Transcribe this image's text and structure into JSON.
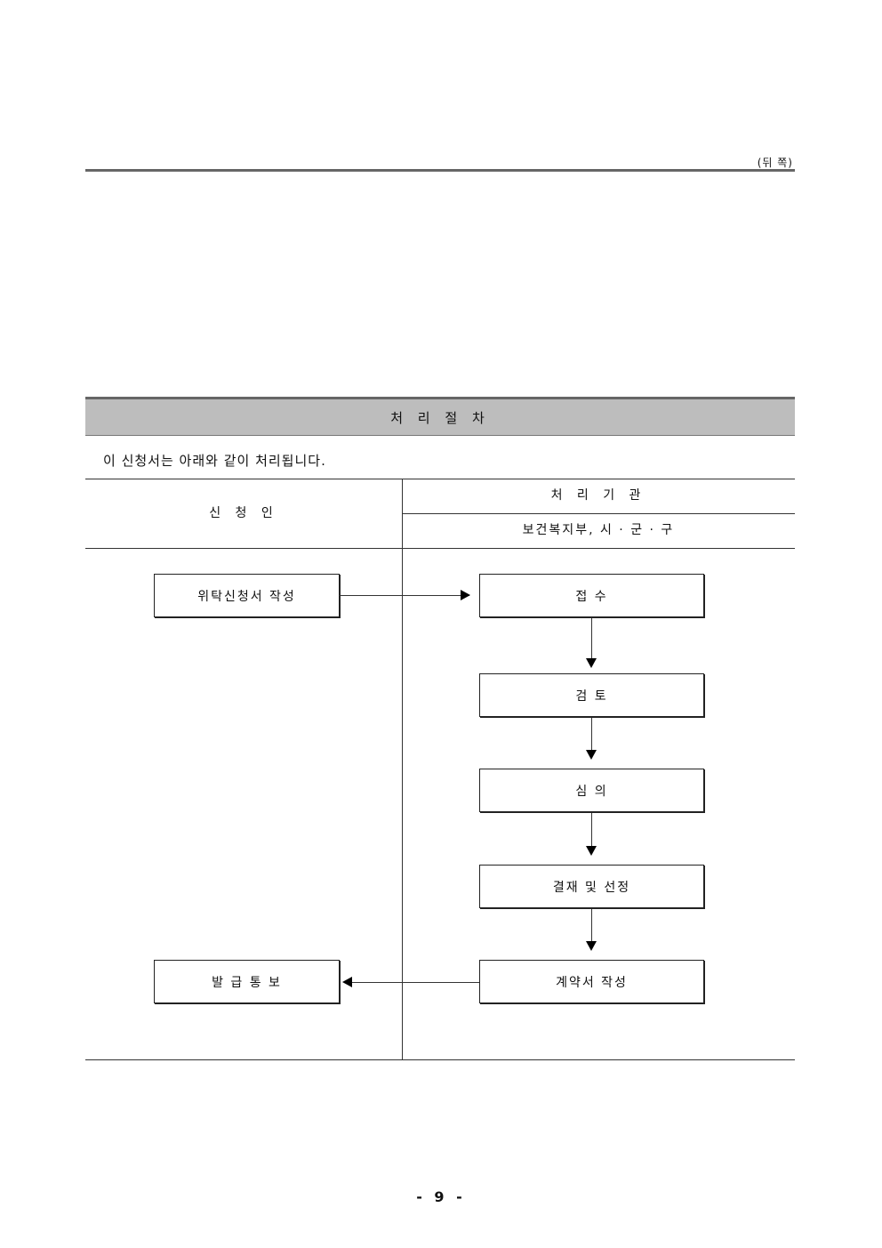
{
  "header": {
    "page_side": "(뒤 쪽)"
  },
  "section": {
    "title": "처 리 절 차",
    "intro": "이 신청서는 아래와 같이 처리됩니다."
  },
  "table": {
    "applicant_header": "신 청 인",
    "agency_header": "처 리 기 관",
    "agency_names": "보건복지부,  시 · 군 · 구"
  },
  "flow": {
    "applicant_steps": [
      "위탁신청서 작성",
      "발 급   통 보"
    ],
    "agency_steps": [
      "접 수",
      "검 토",
      "심 의",
      "결재 및 선정",
      "계약서 작성"
    ]
  },
  "footer": {
    "page_number": "- 9 -"
  }
}
